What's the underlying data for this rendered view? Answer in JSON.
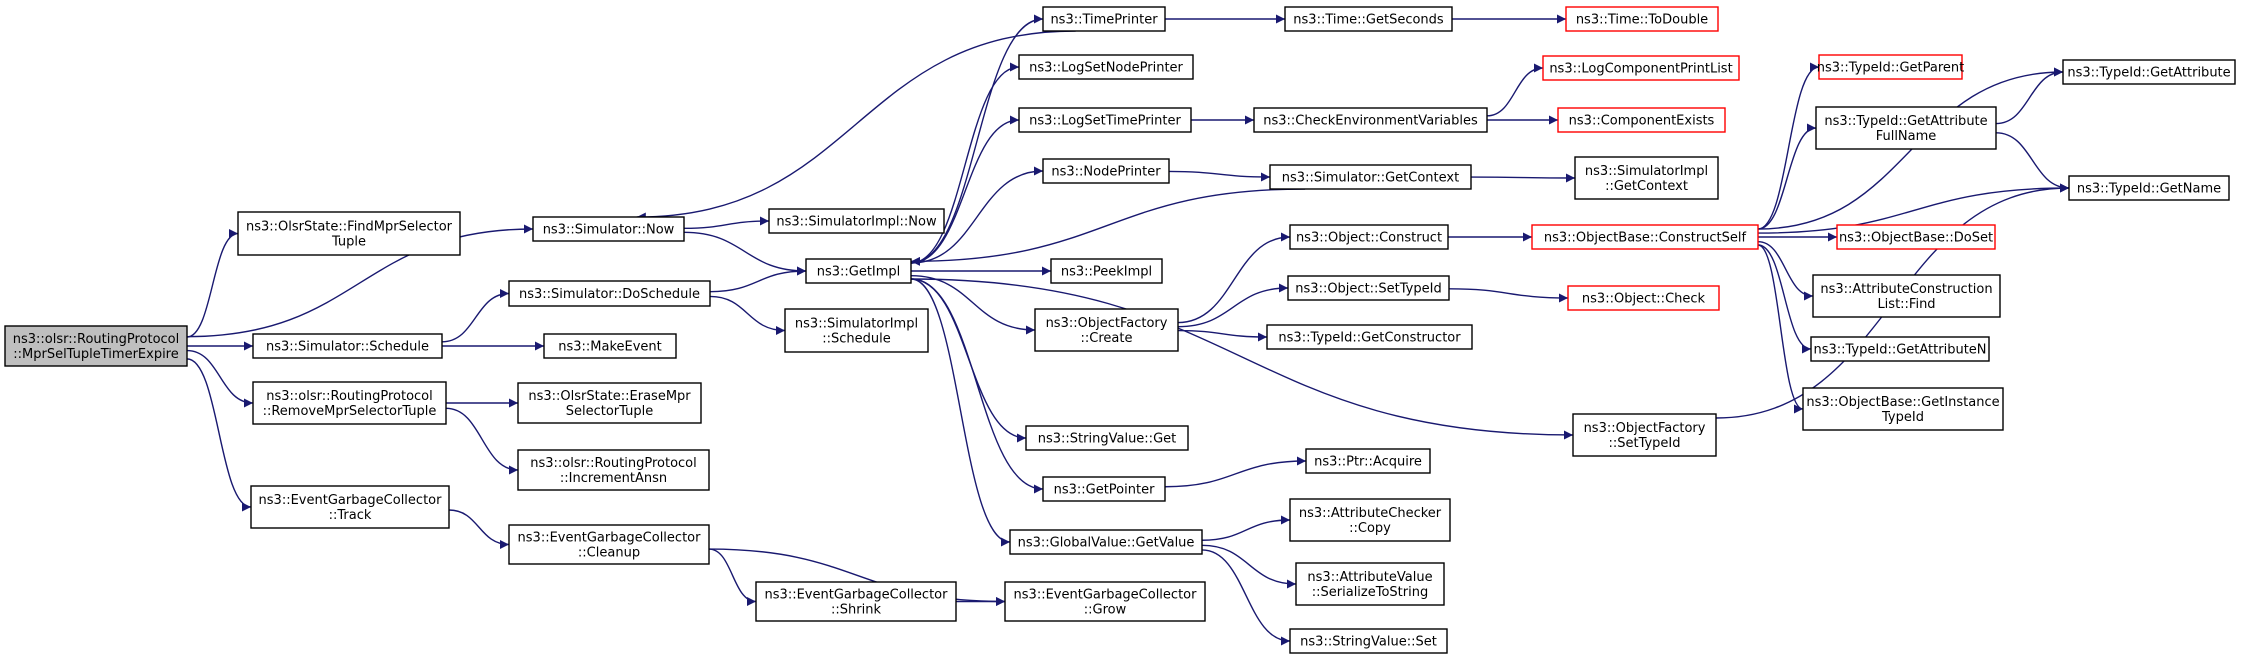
{
  "colors": {
    "edge": "#191970",
    "missing_border": "#ff0000",
    "root_fill": "#bfbfbf"
  },
  "nodes": [
    {
      "id": "root",
      "lines": [
        "ns3::olsr::RoutingProtocol",
        "::MprSelTupleTimerExpire"
      ],
      "style": "root"
    },
    {
      "id": "findmpr",
      "lines": [
        "ns3::OlsrState::FindMprSelector",
        "Tuple"
      ]
    },
    {
      "id": "simnow",
      "lines": [
        "ns3::Simulator::Now"
      ]
    },
    {
      "id": "simdosched",
      "lines": [
        "ns3::Simulator::DoSchedule"
      ]
    },
    {
      "id": "simsched",
      "lines": [
        "ns3::Simulator::Schedule"
      ]
    },
    {
      "id": "removempr",
      "lines": [
        "ns3::olsr::RoutingProtocol",
        "::RemoveMprSelectorTuple"
      ]
    },
    {
      "id": "egctrack",
      "lines": [
        "ns3::EventGarbageCollector",
        "::Track"
      ]
    },
    {
      "id": "simimplnow",
      "lines": [
        "ns3::SimulatorImpl::Now"
      ]
    },
    {
      "id": "getimpl",
      "lines": [
        "ns3::GetImpl"
      ]
    },
    {
      "id": "simimplsched",
      "lines": [
        "ns3::SimulatorImpl",
        "::Schedule"
      ]
    },
    {
      "id": "makeevent",
      "lines": [
        "ns3::MakeEvent"
      ]
    },
    {
      "id": "erasempr",
      "lines": [
        "ns3::OlsrState::EraseMpr",
        "SelectorTuple"
      ]
    },
    {
      "id": "incansn",
      "lines": [
        "ns3::olsr::RoutingProtocol",
        "::IncrementAnsn"
      ]
    },
    {
      "id": "egccleanup",
      "lines": [
        "ns3::EventGarbageCollector",
        "::Cleanup"
      ]
    },
    {
      "id": "egcshrink",
      "lines": [
        "ns3::EventGarbageCollector",
        "::Shrink"
      ]
    },
    {
      "id": "egcgrow",
      "lines": [
        "ns3::EventGarbageCollector",
        "::Grow"
      ]
    },
    {
      "id": "timeprinter",
      "lines": [
        "ns3::TimePrinter"
      ]
    },
    {
      "id": "logsetnode",
      "lines": [
        "ns3::LogSetNodePrinter"
      ]
    },
    {
      "id": "logsettime",
      "lines": [
        "ns3::LogSetTimePrinter"
      ]
    },
    {
      "id": "nodeprinter",
      "lines": [
        "ns3::NodePrinter"
      ]
    },
    {
      "id": "peekimpl",
      "lines": [
        "ns3::PeekImpl"
      ]
    },
    {
      "id": "objfactcreate",
      "lines": [
        "ns3::ObjectFactory",
        "::Create"
      ]
    },
    {
      "id": "strvalget",
      "lines": [
        "ns3::StringValue::Get"
      ]
    },
    {
      "id": "getpointer",
      "lines": [
        "ns3::GetPointer"
      ]
    },
    {
      "id": "gvgetvalue",
      "lines": [
        "ns3::GlobalValue::GetValue"
      ]
    },
    {
      "id": "timegetsec",
      "lines": [
        "ns3::Time::GetSeconds"
      ]
    },
    {
      "id": "timetodouble",
      "lines": [
        "ns3::Time::ToDouble"
      ],
      "style": "red"
    },
    {
      "id": "checkenv",
      "lines": [
        "ns3::CheckEnvironmentVariables"
      ]
    },
    {
      "id": "logcompprint",
      "lines": [
        "ns3::LogComponentPrintList"
      ],
      "style": "red"
    },
    {
      "id": "compexists",
      "lines": [
        "ns3::ComponentExists"
      ],
      "style": "red"
    },
    {
      "id": "simgetctx",
      "lines": [
        "ns3::Simulator::GetContext"
      ]
    },
    {
      "id": "simimplgetctx",
      "lines": [
        "ns3::SimulatorImpl",
        "::GetContext"
      ]
    },
    {
      "id": "objconstruct",
      "lines": [
        "ns3::Object::Construct"
      ]
    },
    {
      "id": "objsettypeid",
      "lines": [
        "ns3::Object::SetTypeId"
      ]
    },
    {
      "id": "typeidgetctor",
      "lines": [
        "ns3::TypeId::GetConstructor"
      ]
    },
    {
      "id": "objfactsettypeid",
      "lines": [
        "ns3::ObjectFactory",
        "::SetTypeId"
      ]
    },
    {
      "id": "ptracquire",
      "lines": [
        "ns3::Ptr::Acquire"
      ]
    },
    {
      "id": "attrcheckcopy",
      "lines": [
        "ns3::AttributeChecker",
        "::Copy"
      ]
    },
    {
      "id": "attrvalser",
      "lines": [
        "ns3::AttributeValue",
        "::SerializeToString"
      ]
    },
    {
      "id": "strvalset",
      "lines": [
        "ns3::StringValue::Set"
      ]
    },
    {
      "id": "objbaseconstructself",
      "lines": [
        "ns3::ObjectBase::ConstructSelf"
      ],
      "style": "red"
    },
    {
      "id": "objcheck",
      "lines": [
        "ns3::Object::Check"
      ],
      "style": "red"
    },
    {
      "id": "typeidgetparent",
      "lines": [
        "ns3::TypeId::GetParent"
      ],
      "style": "red"
    },
    {
      "id": "typeidgetattrfull",
      "lines": [
        "ns3::TypeId::GetAttribute",
        "FullName"
      ]
    },
    {
      "id": "objbasedoset",
      "lines": [
        "ns3::ObjectBase::DoSet"
      ],
      "style": "red"
    },
    {
      "id": "attrconstfind",
      "lines": [
        "ns3::AttributeConstruction",
        "List::Find"
      ]
    },
    {
      "id": "typeidgetattrn",
      "lines": [
        "ns3::TypeId::GetAttributeN"
      ]
    },
    {
      "id": "objbasegetinst",
      "lines": [
        "ns3::ObjectBase::GetInstance",
        "TypeId"
      ]
    },
    {
      "id": "typeidgetattr",
      "lines": [
        "ns3::TypeId::GetAttribute"
      ]
    },
    {
      "id": "typeidgetname",
      "lines": [
        "ns3::TypeId::GetName"
      ]
    }
  ],
  "edges": [
    [
      "root",
      "findmpr"
    ],
    [
      "root",
      "simnow"
    ],
    [
      "root",
      "simsched"
    ],
    [
      "root",
      "removempr"
    ],
    [
      "root",
      "egctrack"
    ],
    [
      "simnow",
      "simimplnow"
    ],
    [
      "simnow",
      "getimpl"
    ],
    [
      "simsched",
      "simdosched"
    ],
    [
      "simsched",
      "makeevent"
    ],
    [
      "simdosched",
      "getimpl"
    ],
    [
      "simdosched",
      "simimplsched"
    ],
    [
      "removempr",
      "erasempr"
    ],
    [
      "removempr",
      "incansn"
    ],
    [
      "egctrack",
      "egccleanup"
    ],
    [
      "egccleanup",
      "egcshrink"
    ],
    [
      "egccleanup",
      "egcgrow"
    ],
    [
      "egcshrink",
      "egcgrow"
    ],
    [
      "getimpl",
      "timeprinter"
    ],
    [
      "getimpl",
      "logsetnode"
    ],
    [
      "getimpl",
      "logsettime"
    ],
    [
      "getimpl",
      "nodeprinter"
    ],
    [
      "getimpl",
      "peekimpl"
    ],
    [
      "getimpl",
      "objfactcreate"
    ],
    [
      "getimpl",
      "strvalget"
    ],
    [
      "getimpl",
      "getpointer"
    ],
    [
      "getimpl",
      "gvgetvalue"
    ],
    [
      "getimpl",
      "objfactsettypeid"
    ],
    [
      "timeprinter",
      "simnow"
    ],
    [
      "timeprinter",
      "timegetsec"
    ],
    [
      "timegetsec",
      "timetodouble"
    ],
    [
      "logsettime",
      "checkenv"
    ],
    [
      "checkenv",
      "logcompprint"
    ],
    [
      "checkenv",
      "compexists"
    ],
    [
      "nodeprinter",
      "simgetctx"
    ],
    [
      "simgetctx",
      "getimpl"
    ],
    [
      "simgetctx",
      "simimplgetctx"
    ],
    [
      "objfactcreate",
      "objconstruct"
    ],
    [
      "objfactcreate",
      "objsettypeid"
    ],
    [
      "objfactcreate",
      "typeidgetctor"
    ],
    [
      "objconstruct",
      "objbaseconstructself"
    ],
    [
      "objsettypeid",
      "objcheck"
    ],
    [
      "getpointer",
      "ptracquire"
    ],
    [
      "gvgetvalue",
      "attrcheckcopy"
    ],
    [
      "gvgetvalue",
      "attrvalser"
    ],
    [
      "gvgetvalue",
      "strvalset"
    ],
    [
      "objfactsettypeid",
      "typeidgetname"
    ],
    [
      "objbaseconstructself",
      "typeidgetattr"
    ],
    [
      "objbaseconstructself",
      "typeidgetparent"
    ],
    [
      "objbaseconstructself",
      "typeidgetattrfull"
    ],
    [
      "objbaseconstructself",
      "typeidgetname"
    ],
    [
      "objbaseconstructself",
      "objbasedoset"
    ],
    [
      "objbaseconstructself",
      "attrconstfind"
    ],
    [
      "objbaseconstructself",
      "typeidgetattrn"
    ],
    [
      "objbaseconstructself",
      "objbasegetinst"
    ],
    [
      "typeidgetattrfull",
      "typeidgetattr"
    ],
    [
      "typeidgetattrfull",
      "typeidgetname"
    ]
  ]
}
